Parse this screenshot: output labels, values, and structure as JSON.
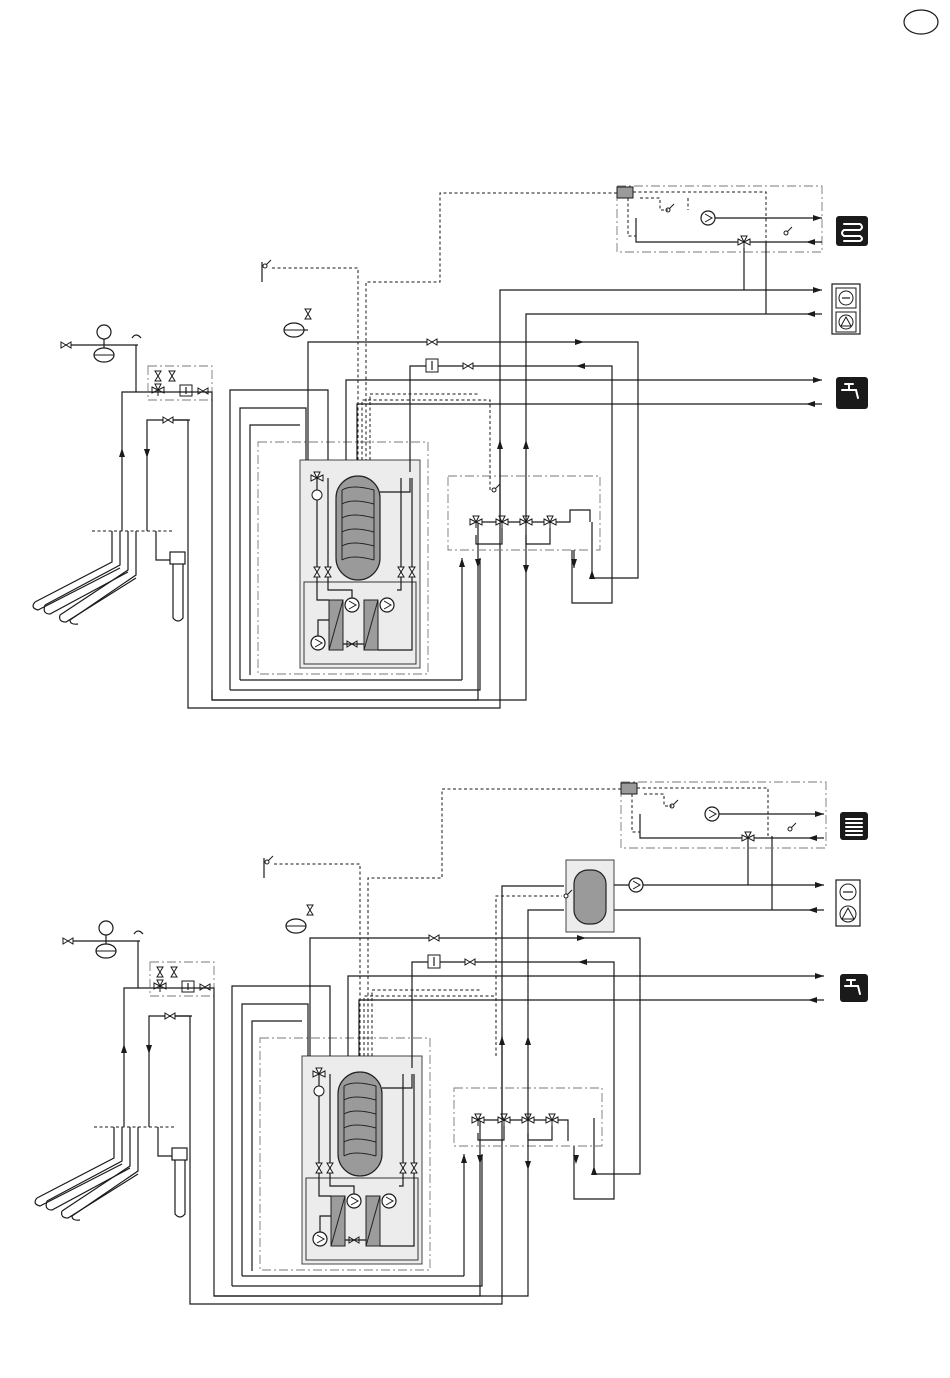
{
  "page": {
    "badge_label": ""
  },
  "diagrams": [
    {
      "id": "top-system",
      "components": [
        "ground-collector",
        "brine-expansion-vessel",
        "filling-set",
        "heat-pump-unit",
        "hot-water-tank",
        "compressor-module",
        "reversing-valve-group",
        "room-unit-control",
        "heating-circuit",
        "cooling-unit",
        "hot-water-outlet"
      ],
      "terminal_icons": [
        "underfloor-heating-icon",
        "fan-coil-cooling-icon",
        "hot-water-tap-icon"
      ]
    },
    {
      "id": "bottom-system",
      "components": [
        "ground-collector",
        "brine-expansion-vessel",
        "filling-set",
        "heat-pump-unit",
        "hot-water-tank",
        "compressor-module",
        "reversing-valve-group",
        "buffer-tank",
        "room-unit-control",
        "heating-circuit",
        "cooling-unit",
        "hot-water-outlet"
      ],
      "terminal_icons": [
        "underfloor-heating-icon",
        "fan-coil-cooling-icon",
        "hot-water-tap-icon"
      ]
    }
  ],
  "colors": {
    "line": "#1a1a1a",
    "unit_fill": "#ececec",
    "tank_fill": "#9a9a9a",
    "icon_fill": "#1a1a1a"
  }
}
